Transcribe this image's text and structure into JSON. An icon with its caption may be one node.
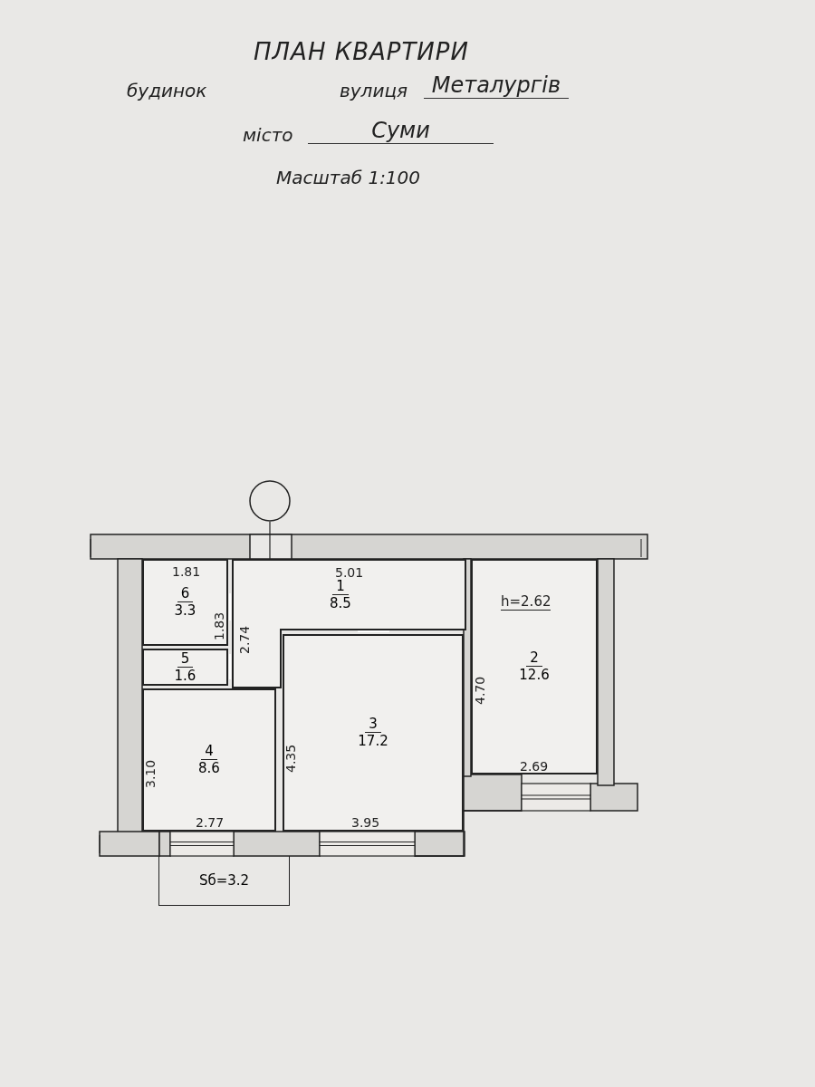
{
  "diagram": {
    "title": "ПЛАН КВАРТИРИ",
    "nodes": [
      {
        "text": [],
        "shape": "circle"
      },
      {
        "text": [
          "6",
          "3.3"
        ]
      },
      {
        "text": [
          "1",
          "8.5"
        ]
      },
      {
        "text": [
          "2",
          "12.6"
        ]
      },
      {
        "text": [
          "5",
          "1.6"
        ]
      },
      {
        "text": [
          "4",
          "8.6"
        ]
      },
      {
        "text": [
          "3",
          "17.2"
        ]
      },
      {
        "text": [
          "Sб=3.2"
        ]
      }
    ],
    "edges": [
      {
        "from": 0,
        "to": 2,
        "arrow": "none"
      }
    ],
    "labels": [
      "будинок",
      "вулиця",
      "Металургів",
      "місто",
      "Суми",
      "Масштаб 1:100",
      "1.81",
      "5.01",
      "1.83",
      "2.74",
      "h=2.62",
      "4.70",
      "3.10",
      "4.35",
      "2.69",
      "2.77",
      "3.95"
    ]
  }
}
